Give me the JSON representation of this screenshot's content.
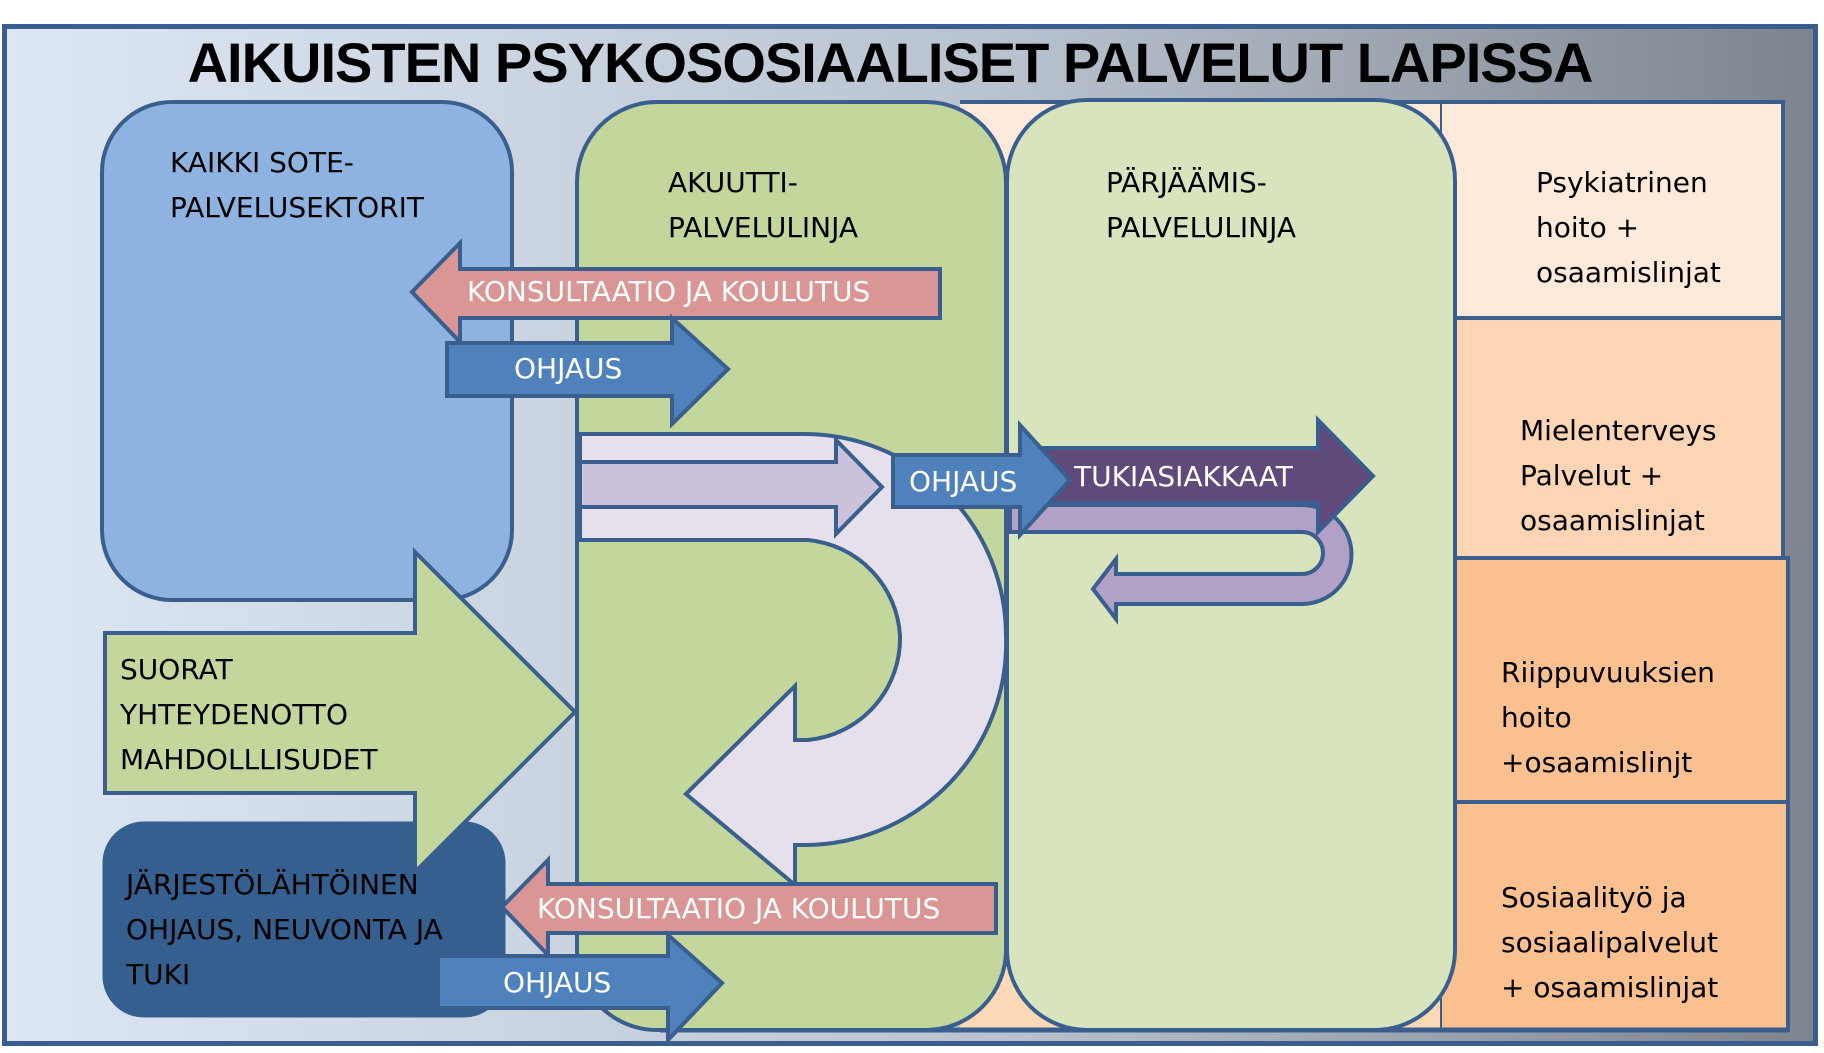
{
  "title": "AIKUISTEN PSYKOSOSIAALISET PALVELUT LAPISSA",
  "colors": {
    "frame_border": "#3a5f8f",
    "sote_box": "#8eb3e1",
    "jarjesto_box": "#355f8f",
    "akuutti_box": "#c3d69b",
    "parjaamis_box": "#d7e4bd",
    "psykiatrinen": "#fdeada",
    "mielenterveys": "#fcd5b4",
    "riippuvuus": "#fac090",
    "sosiaalityo": "#fac090",
    "konsultaatio_arrow": "#d99694",
    "ohjaus_arrow": "#4f81bd",
    "tukiasiakkaat_arrow": "#604a7b",
    "return_arrow": "#b2a1c7",
    "uturn_arrow": "#e5e0ec",
    "suorat_arrow": "#c3d69b"
  },
  "boxes": {
    "sote": "KAIKKI SOTE-\nPALVELUSEKTORIT",
    "akuutti": "AKUUTTI-\nPALVELULINJA",
    "parjaamis": "PÄRJÄÄMIS-\nPALVELULINJA",
    "jarjesto": "JÄRJESTÖLÄHTÖINEN\nOHJAUS, NEUVONTA JA\nTUKI",
    "suorat": "SUORAT\nYHTEYDENOTTO\nMAHDOLLLISUDET"
  },
  "side_panels": [
    {
      "label": "Psykiatrinen\nhoito +\nosaamislinjat"
    },
    {
      "label": "Mielenterveys\nPalvelut +\nosaamislinjat"
    },
    {
      "label": "Riippuvuuksien\nhoito\n+osaamislinjt"
    },
    {
      "label": "Sosiaalityö ja\nsosiaalipalvelut\n+ osaamislinjat"
    }
  ],
  "arrows": {
    "konsultaatio_top": "KONSULTAATIO JA KOULUTUS",
    "ohjaus_top": "OHJAUS",
    "ohjaus_middle": "OHJAUS",
    "tukiasiakkaat": "TUKIASIAKKAAT",
    "konsultaatio_bottom": "KONSULTAATIO JA KOULUTUS",
    "ohjaus_bottom": "OHJAUS"
  }
}
